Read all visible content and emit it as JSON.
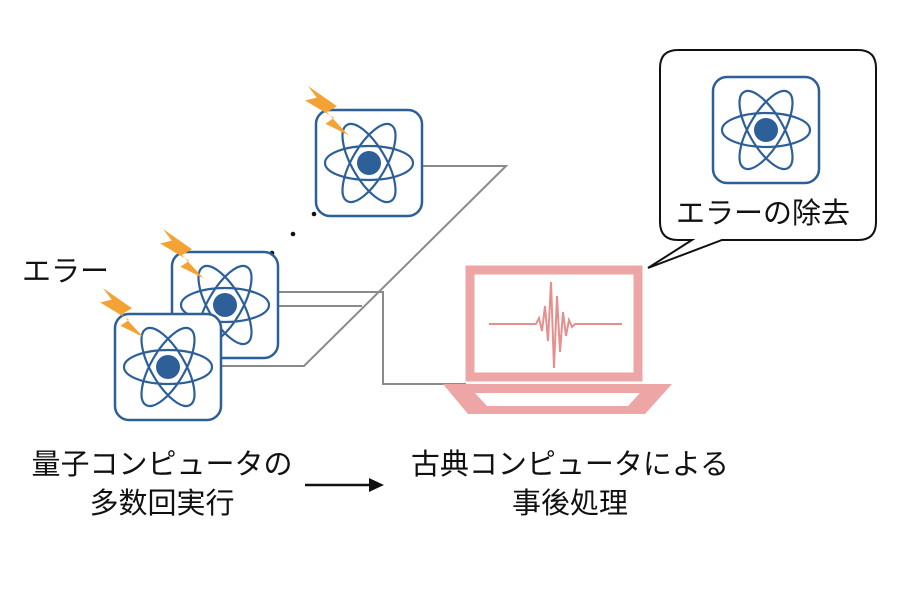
{
  "labels": {
    "error": "エラー",
    "error_removal": "エラーの除去",
    "quantum_line1": "量子コンピュータの",
    "quantum_line2": "多数回実行",
    "classical_line1": "古典コンピュータによる",
    "classical_line2": "事後処理"
  },
  "icons": {
    "atom": "atom-icon",
    "lightning": "lightning-bolt-icon",
    "laptop": "laptop-icon",
    "waveform": "waveform-icon",
    "arrow": "arrow-right-icon"
  },
  "colors": {
    "atom_blue": "#2d5f98",
    "bolt_orange": "#f5a234",
    "laptop_pink": "#eea5a5",
    "line_gray": "#8a8a8a"
  }
}
